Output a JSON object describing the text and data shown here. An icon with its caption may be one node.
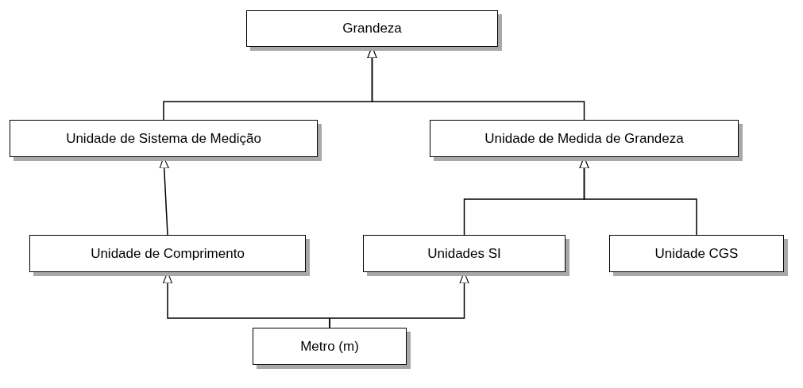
{
  "diagram": {
    "nodes": [
      {
        "text": [
          "Grandeza"
        ]
      },
      {
        "text": [
          "Unidade de Sistema de Medição"
        ]
      },
      {
        "text": [
          "Unidade de Medida de Grandeza"
        ]
      },
      {
        "text": [
          "Unidade de Comprimento"
        ]
      },
      {
        "text": [
          "Unidades SI"
        ]
      },
      {
        "text": [
          "Unidade CGS"
        ]
      },
      {
        "text": [
          "Metro (m)"
        ]
      }
    ],
    "edges": [
      {
        "from": 1,
        "to": 0,
        "arrow": "to"
      },
      {
        "from": 2,
        "to": 0,
        "arrow": "to"
      },
      {
        "from": 3,
        "to": 1,
        "arrow": "to"
      },
      {
        "from": 4,
        "to": 2,
        "arrow": "to"
      },
      {
        "from": 5,
        "to": 2,
        "arrow": "to"
      },
      {
        "from": 6,
        "to": 3,
        "arrow": "to"
      },
      {
        "from": 6,
        "to": 4,
        "arrow": "to"
      }
    ]
  }
}
